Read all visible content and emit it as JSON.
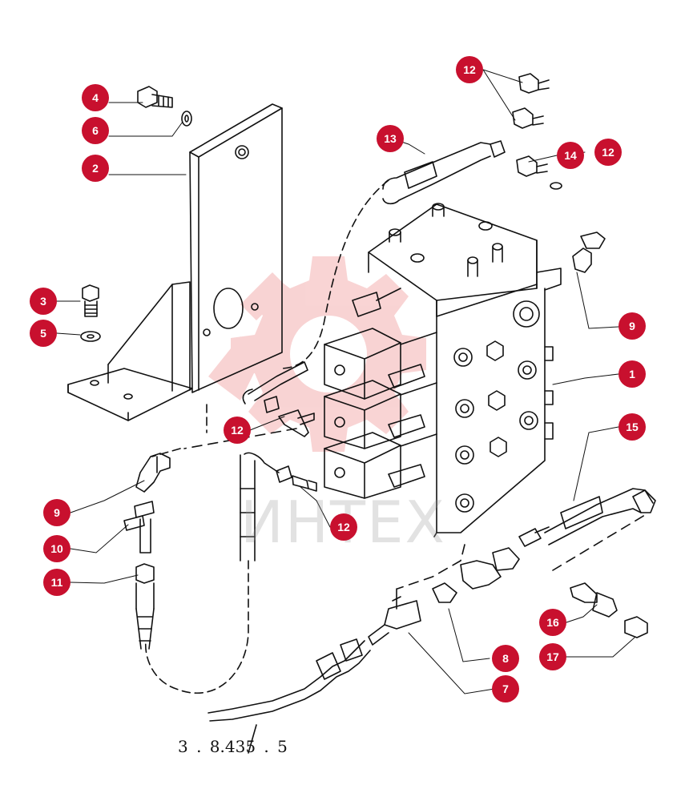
{
  "colors": {
    "callout_fill": "#c8102e",
    "callout_text": "#ffffff",
    "line": "#111111",
    "watermark": "#e23b3b"
  },
  "watermark": {
    "text": "ИНТЕХ",
    "logo": "gear-watermark-icon"
  },
  "drawing_code": "3 . 8.435 . 5",
  "callouts": [
    {
      "id": "c4",
      "label": "4"
    },
    {
      "id": "c6",
      "label": "6"
    },
    {
      "id": "c2",
      "label": "2"
    },
    {
      "id": "c3",
      "label": "3"
    },
    {
      "id": "c5",
      "label": "5"
    },
    {
      "id": "c12a",
      "label": "12"
    },
    {
      "id": "c13",
      "label": "13"
    },
    {
      "id": "c14",
      "label": "14"
    },
    {
      "id": "c12b",
      "label": "12"
    },
    {
      "id": "c9a",
      "label": "9"
    },
    {
      "id": "c1",
      "label": "1"
    },
    {
      "id": "c15",
      "label": "15"
    },
    {
      "id": "c12c",
      "label": "12"
    },
    {
      "id": "c12d",
      "label": "12"
    },
    {
      "id": "c9b",
      "label": "9"
    },
    {
      "id": "c10",
      "label": "10"
    },
    {
      "id": "c11",
      "label": "11"
    },
    {
      "id": "c16",
      "label": "16"
    },
    {
      "id": "c8",
      "label": "8"
    },
    {
      "id": "c17",
      "label": "17"
    },
    {
      "id": "c7",
      "label": "7"
    }
  ]
}
